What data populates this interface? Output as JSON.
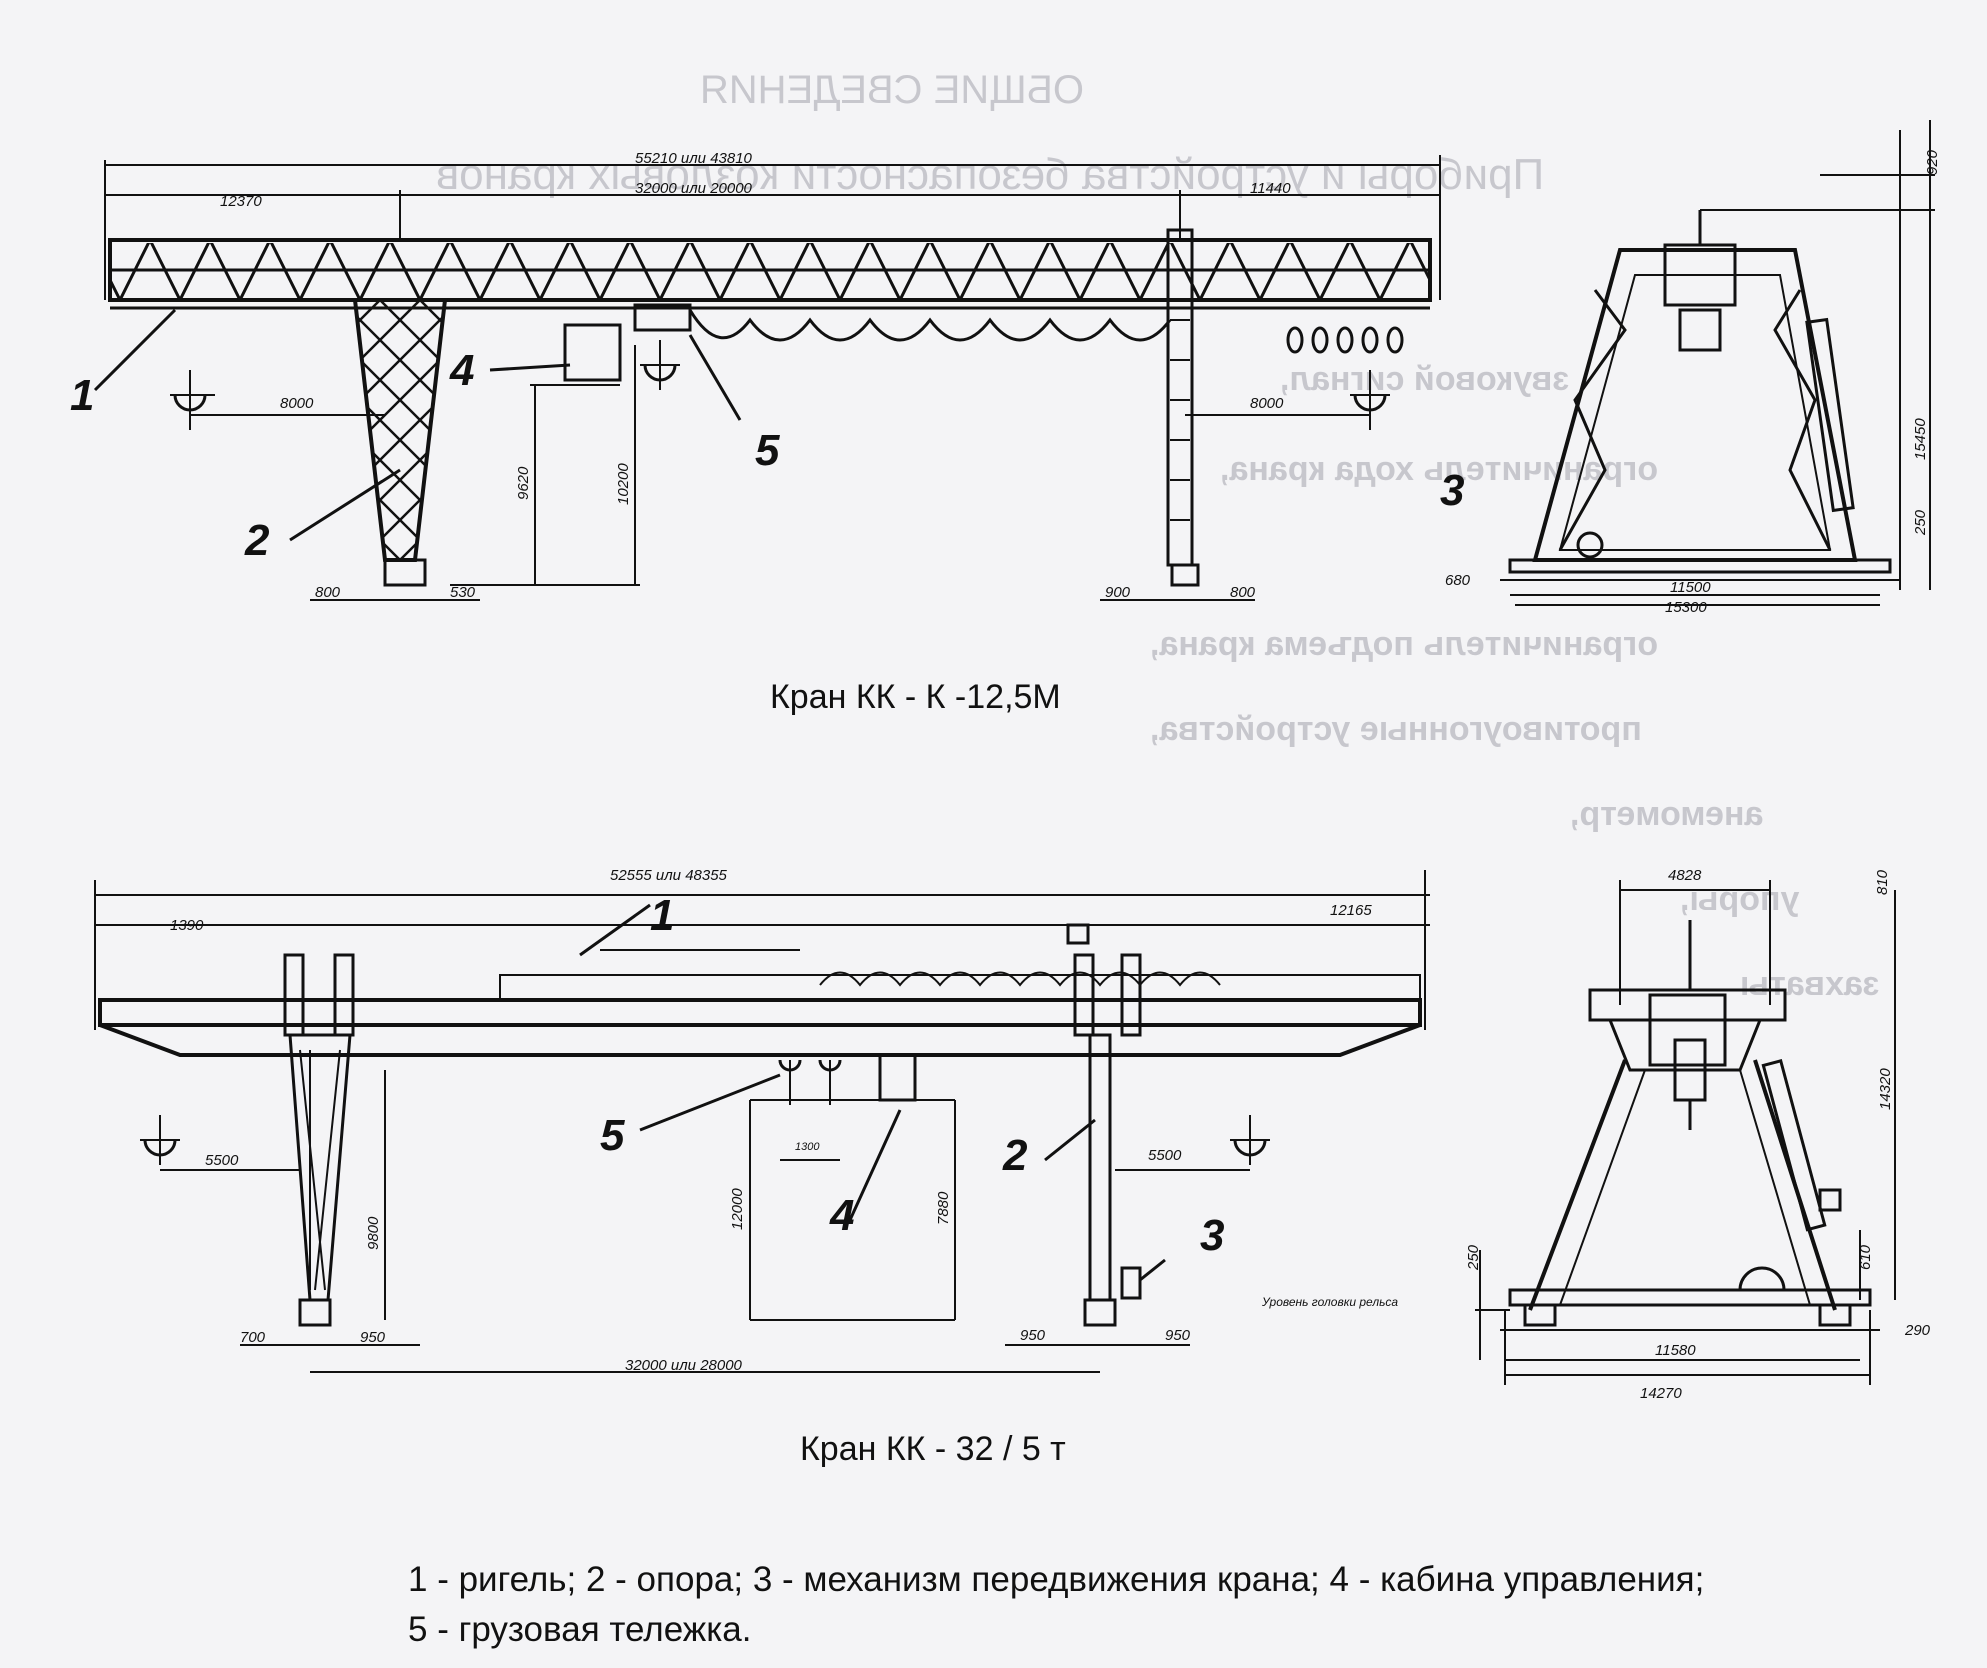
{
  "ghost_text": {
    "heading": "ОБЩИЕ СВЕДЕНИЯ",
    "intro": "Приборы и устройства безопасности козловых кранов",
    "items": [
      "звуковой сигнал,",
      "ограничитель хода крана,",
      "ограничитель подъема крана,",
      "противоугонные устройства,",
      "анемометр,",
      "упоры,",
      "захваты"
    ]
  },
  "crane1": {
    "caption": "Кран КК - К -12,5М",
    "dims": {
      "overall": "55210 или 43810",
      "span": "32000 или 20000",
      "left_console": "12370",
      "right_console": "11440",
      "reach_left": "8000",
      "reach_right": "8000",
      "height1": "9620",
      "height2": "10200",
      "foot_left_a": "800",
      "foot_left_b": "530",
      "foot_right_a": "900",
      "foot_right_b": "800",
      "side_top": "920",
      "side_height": "15450",
      "side_base": "250",
      "side_wheel": "680",
      "side_inner": "11500",
      "side_outer": "15300"
    },
    "callouts": [
      "1",
      "2",
      "3",
      "4",
      "5"
    ]
  },
  "crane2": {
    "caption": "Кран КК - 32 / 5 т",
    "dims": {
      "overall": "52555 или 48355",
      "left_console": "1390",
      "right_console": "12165",
      "reach_left": "5500",
      "reach_right": "5500",
      "height_left": "9800",
      "hook_height": "12000",
      "cab_height": "7880",
      "trolley_gap": "1300",
      "foot_left_a": "700",
      "foot_left_b": "950",
      "foot_right_a": "950",
      "foot_right_b": "950",
      "span": "32000 или 28000",
      "side_top_width": "4828",
      "side_top": "810",
      "side_height": "14320",
      "side_base_left": "250",
      "side_base_right": "610",
      "side_inner": "11580",
      "side_outer": "14270",
      "side_edge": "290",
      "rail_level": "Уровень головки рельса"
    },
    "callouts": [
      "1",
      "2",
      "3",
      "4",
      "5"
    ]
  },
  "legend": "1 - ригель; 2 - опора; 3 - механизм передвижения крана; 4 - кабина управления; 5 - грузовая тележка."
}
